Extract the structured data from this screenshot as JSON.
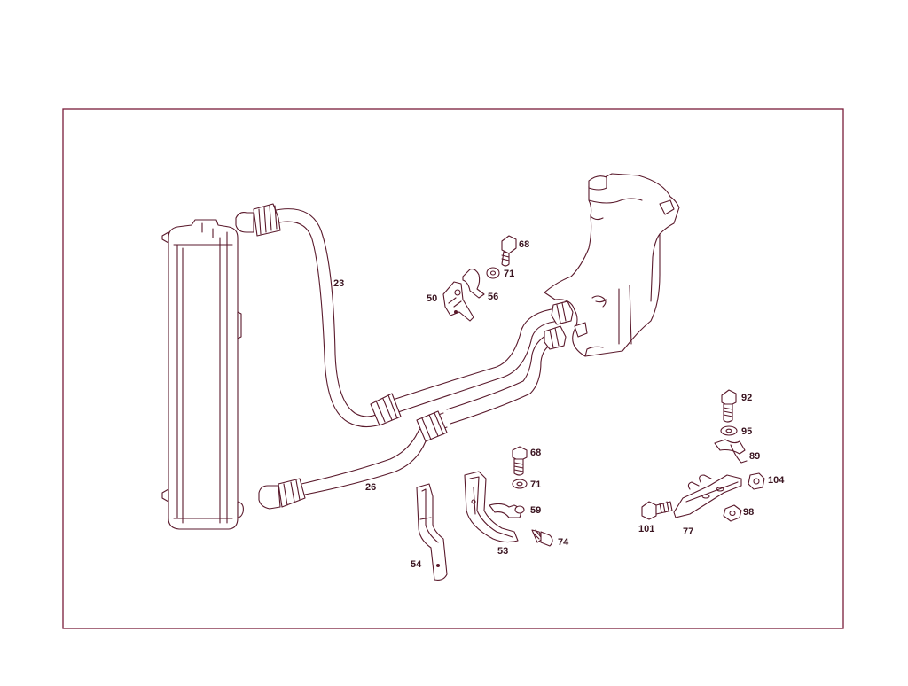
{
  "diagram": {
    "border_color": "#7a1c3a",
    "line_color": "#5a1a2c",
    "labels": {
      "l23": "23",
      "l26": "26",
      "l50": "50",
      "l56": "56",
      "l68a": "68",
      "l71a": "71",
      "l68b": "68",
      "l71b": "71",
      "l59": "59",
      "l74": "74",
      "l53": "53",
      "l54": "54",
      "l92": "92",
      "l95": "95",
      "l89": "89",
      "l104": "104",
      "l98": "98",
      "l101": "101",
      "l77": "77"
    },
    "parts": [
      {
        "name": "oil-cooler",
        "icon": "radiator-icon"
      },
      {
        "name": "oil-reservoir",
        "icon": "tank-icon"
      },
      {
        "name": "oil-line",
        "icon": "hose-icon"
      },
      {
        "name": "bracket",
        "icon": "bracket-icon"
      },
      {
        "name": "bolt",
        "icon": "bolt-icon"
      },
      {
        "name": "washer",
        "icon": "washer-icon"
      },
      {
        "name": "nut",
        "icon": "nut-icon"
      },
      {
        "name": "clamp",
        "icon": "clamp-icon"
      }
    ]
  }
}
